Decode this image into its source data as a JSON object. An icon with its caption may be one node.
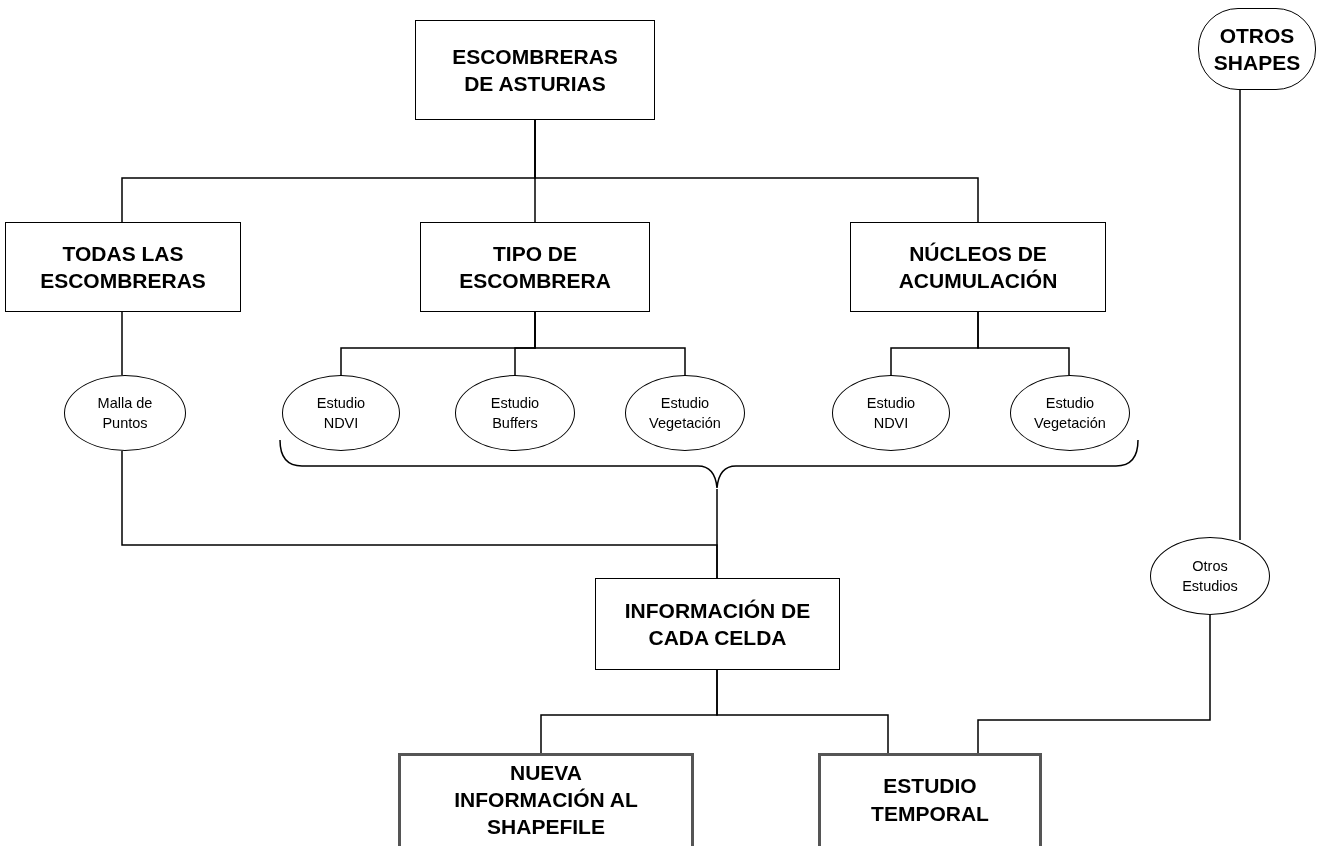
{
  "diagram": {
    "nodes": [
      {
        "text": [
          "ESCOMBRERAS DE ASTURIAS"
        ]
      },
      {
        "text": [
          "OTROS SHAPES"
        ]
      },
      {
        "text": [
          "TODAS LAS ESCOMBRERAS"
        ]
      },
      {
        "text": [
          "TIPO DE ESCOMBRERA"
        ]
      },
      {
        "text": [
          "NÚCLEOS DE ACUMULACIÓN"
        ]
      },
      {
        "text": [
          "Malla de Puntos"
        ]
      },
      {
        "text": [
          "Estudio NDVI"
        ]
      },
      {
        "text": [
          "Estudio Buffers"
        ]
      },
      {
        "text": [
          "Estudio Vegetación"
        ]
      },
      {
        "text": [
          "Estudio NDVI"
        ]
      },
      {
        "text": [
          "Estudio Vegetación"
        ]
      },
      {
        "text": [
          "INFORMACIÓN DE CADA CELDA"
        ]
      },
      {
        "text": [
          "Otros Estudios"
        ]
      },
      {
        "text": [
          "NUEVA INFORMACIÓN AL SHAPEFILE"
        ]
      },
      {
        "text": [
          "ESTUDIO TEMPORAL"
        ]
      },
      {
        "text": [],
        "shape": "bracket"
      }
    ],
    "edges": [
      {
        "from": 0,
        "to": 2,
        "arrow": "none"
      },
      {
        "from": 0,
        "to": 3,
        "arrow": "none"
      },
      {
        "from": 0,
        "to": 4,
        "arrow": "none"
      },
      {
        "from": 2,
        "to": 5,
        "arrow": "none"
      },
      {
        "from": 3,
        "to": 6,
        "arrow": "none"
      },
      {
        "from": 3,
        "to": 7,
        "arrow": "none"
      },
      {
        "from": 3,
        "to": 8,
        "arrow": "none"
      },
      {
        "from": 4,
        "to": 9,
        "arrow": "none"
      },
      {
        "from": 4,
        "to": 10,
        "arrow": "none"
      },
      {
        "from": 1,
        "to": 12,
        "arrow": "none"
      },
      {
        "from": 5,
        "to": 11,
        "arrow": "none"
      },
      {
        "from": 15,
        "to": 11,
        "arrow": "none"
      },
      {
        "from": 11,
        "to": 13,
        "arrow": "none"
      },
      {
        "from": 11,
        "to": 14,
        "arrow": "none"
      },
      {
        "from": 12,
        "to": 14,
        "arrow": "none"
      }
    ]
  }
}
